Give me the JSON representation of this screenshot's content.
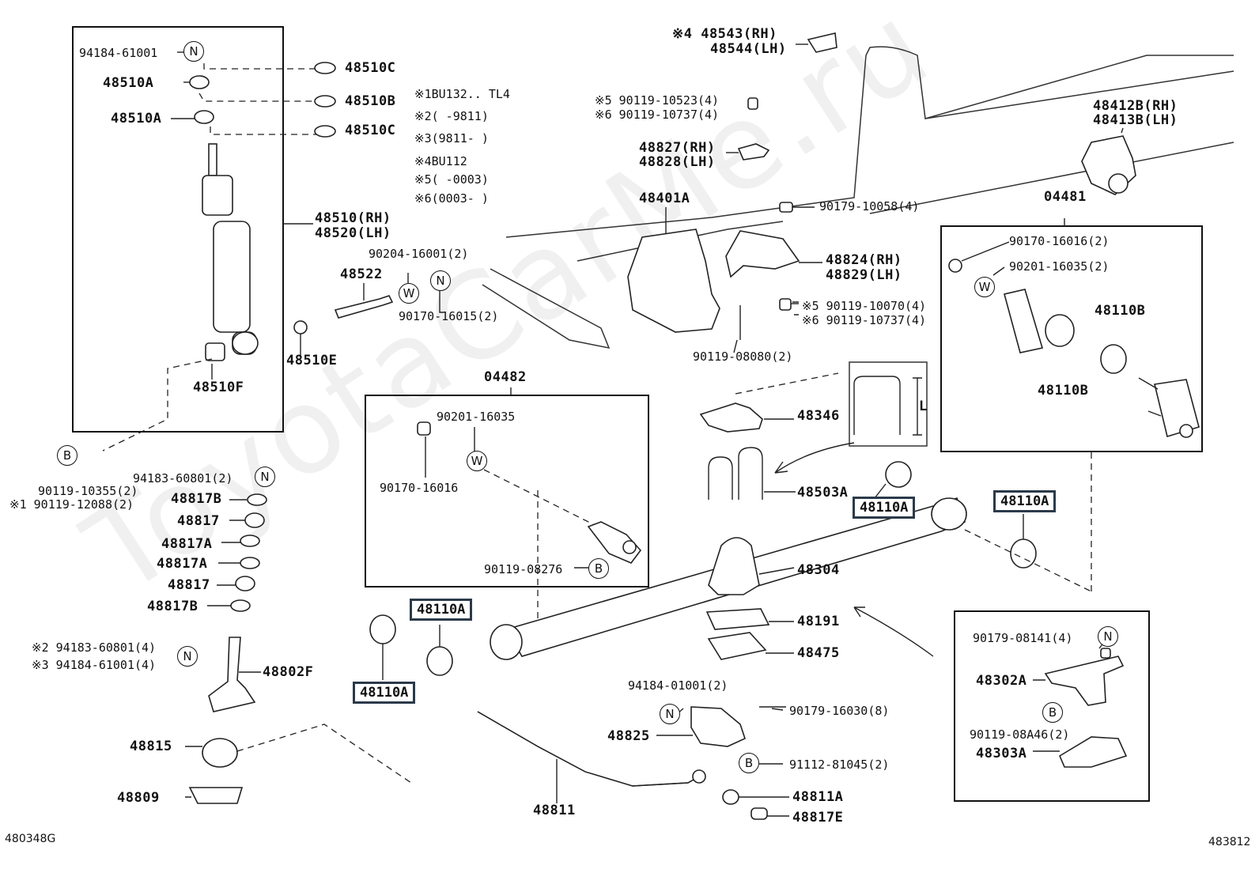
{
  "watermark": "ToyotaCarMe.ru",
  "footer": {
    "left": "480348G",
    "right": "483812"
  },
  "notes": [
    {
      "mark": "※1",
      "text": "BU132.. TL4"
    },
    {
      "mark": "※2",
      "text": "(     -9811)"
    },
    {
      "mark": "※3",
      "text": "(9811-     )"
    },
    {
      "mark": "※4",
      "text": "BU112"
    },
    {
      "mark": "※5",
      "text": "(     -0003)"
    },
    {
      "mark": "※6",
      "text": "(0003-     )"
    }
  ],
  "symbols": {
    "n": "N",
    "w": "W",
    "b": "B"
  },
  "labels": {
    "p94184_61001_top": "94184-61001",
    "p48510A_1": "48510A",
    "p48510A_2": "48510A",
    "p48510C_1": "48510C",
    "p48510B": "48510B",
    "p48510C_2": "48510C",
    "p48510_rh": "48510(RH)",
    "p48520_lh": "48520(LH)",
    "p48510F": "48510F",
    "p48510E": "48510E",
    "p48522": "48522",
    "p90204": "90204-16001(2)",
    "p90170_15": "90170-16015(2)",
    "p90119_10355": "90119-10355(2)",
    "p90119_12088": "※1 90119-12088(2)",
    "p94183_60801_top": "94183-60801(2)",
    "p48817B_1": "48817B",
    "p48817_1": "48817",
    "p48817A_1": "48817A",
    "p48817A_2": "48817A",
    "p48817_2": "48817",
    "p48817B_2": "48817B",
    "p94183_60801_4": "※2 94183-60801(4)",
    "p94184_61001_4": "※3 94184-61001(4)",
    "p48802F": "48802F",
    "p48815": "48815",
    "p48809": "48809",
    "p04482": "04482",
    "p90201_16035_b": "90201-16035",
    "p90170_16016_b": "90170-16016",
    "p90119_08276": "90119-08276",
    "p48110A_left": "48110A",
    "p48110A_bottom": "48110A",
    "p48543": "※4 48543(RH)",
    "p48544": "48544(LH)",
    "p90119_10523": "※5 90119-10523(4)",
    "p90119_10737_top": "※6 90119-10737(4)",
    "p48827": "48827(RH)",
    "p48828": "48828(LH)",
    "p48401A": "48401A",
    "p90179_10058": "90179-10058(4)",
    "p48824": "48824(RH)",
    "p48829": "48829(LH)",
    "p90119_10070": "※5 90119-10070(4)",
    "p90119_10737_mid": "※6 90119-10737(4)",
    "p90119_08080": "90119-08080(2)",
    "p48412B": "48412B(RH)",
    "p48413B": "48413B(LH)",
    "p04481": "04481",
    "p90170_16016_r": "90170-16016(2)",
    "p90201_16035_r": "90201-16035(2)",
    "p48110B_1": "48110B",
    "p48110B_2": "48110B",
    "p48346": "48346",
    "pL": "L",
    "p48503A": "48503A",
    "p48110A_mid": "48110A",
    "p48110A_right": "48110A",
    "p48304": "48304",
    "p48191": "48191",
    "p48475": "48475",
    "p94184_01001": "94184-01001(2)",
    "p90179_16030": "90179-16030(8)",
    "p48825": "48825",
    "p91112": "91112-81045(2)",
    "p48811": "48811",
    "p48811A": "48811A",
    "p48817E": "48817E",
    "p90179_08141": "90179-08141(4)",
    "p48302A": "48302A",
    "p90119_08A46": "90119-08A46(2)",
    "p48303A": "48303A"
  }
}
